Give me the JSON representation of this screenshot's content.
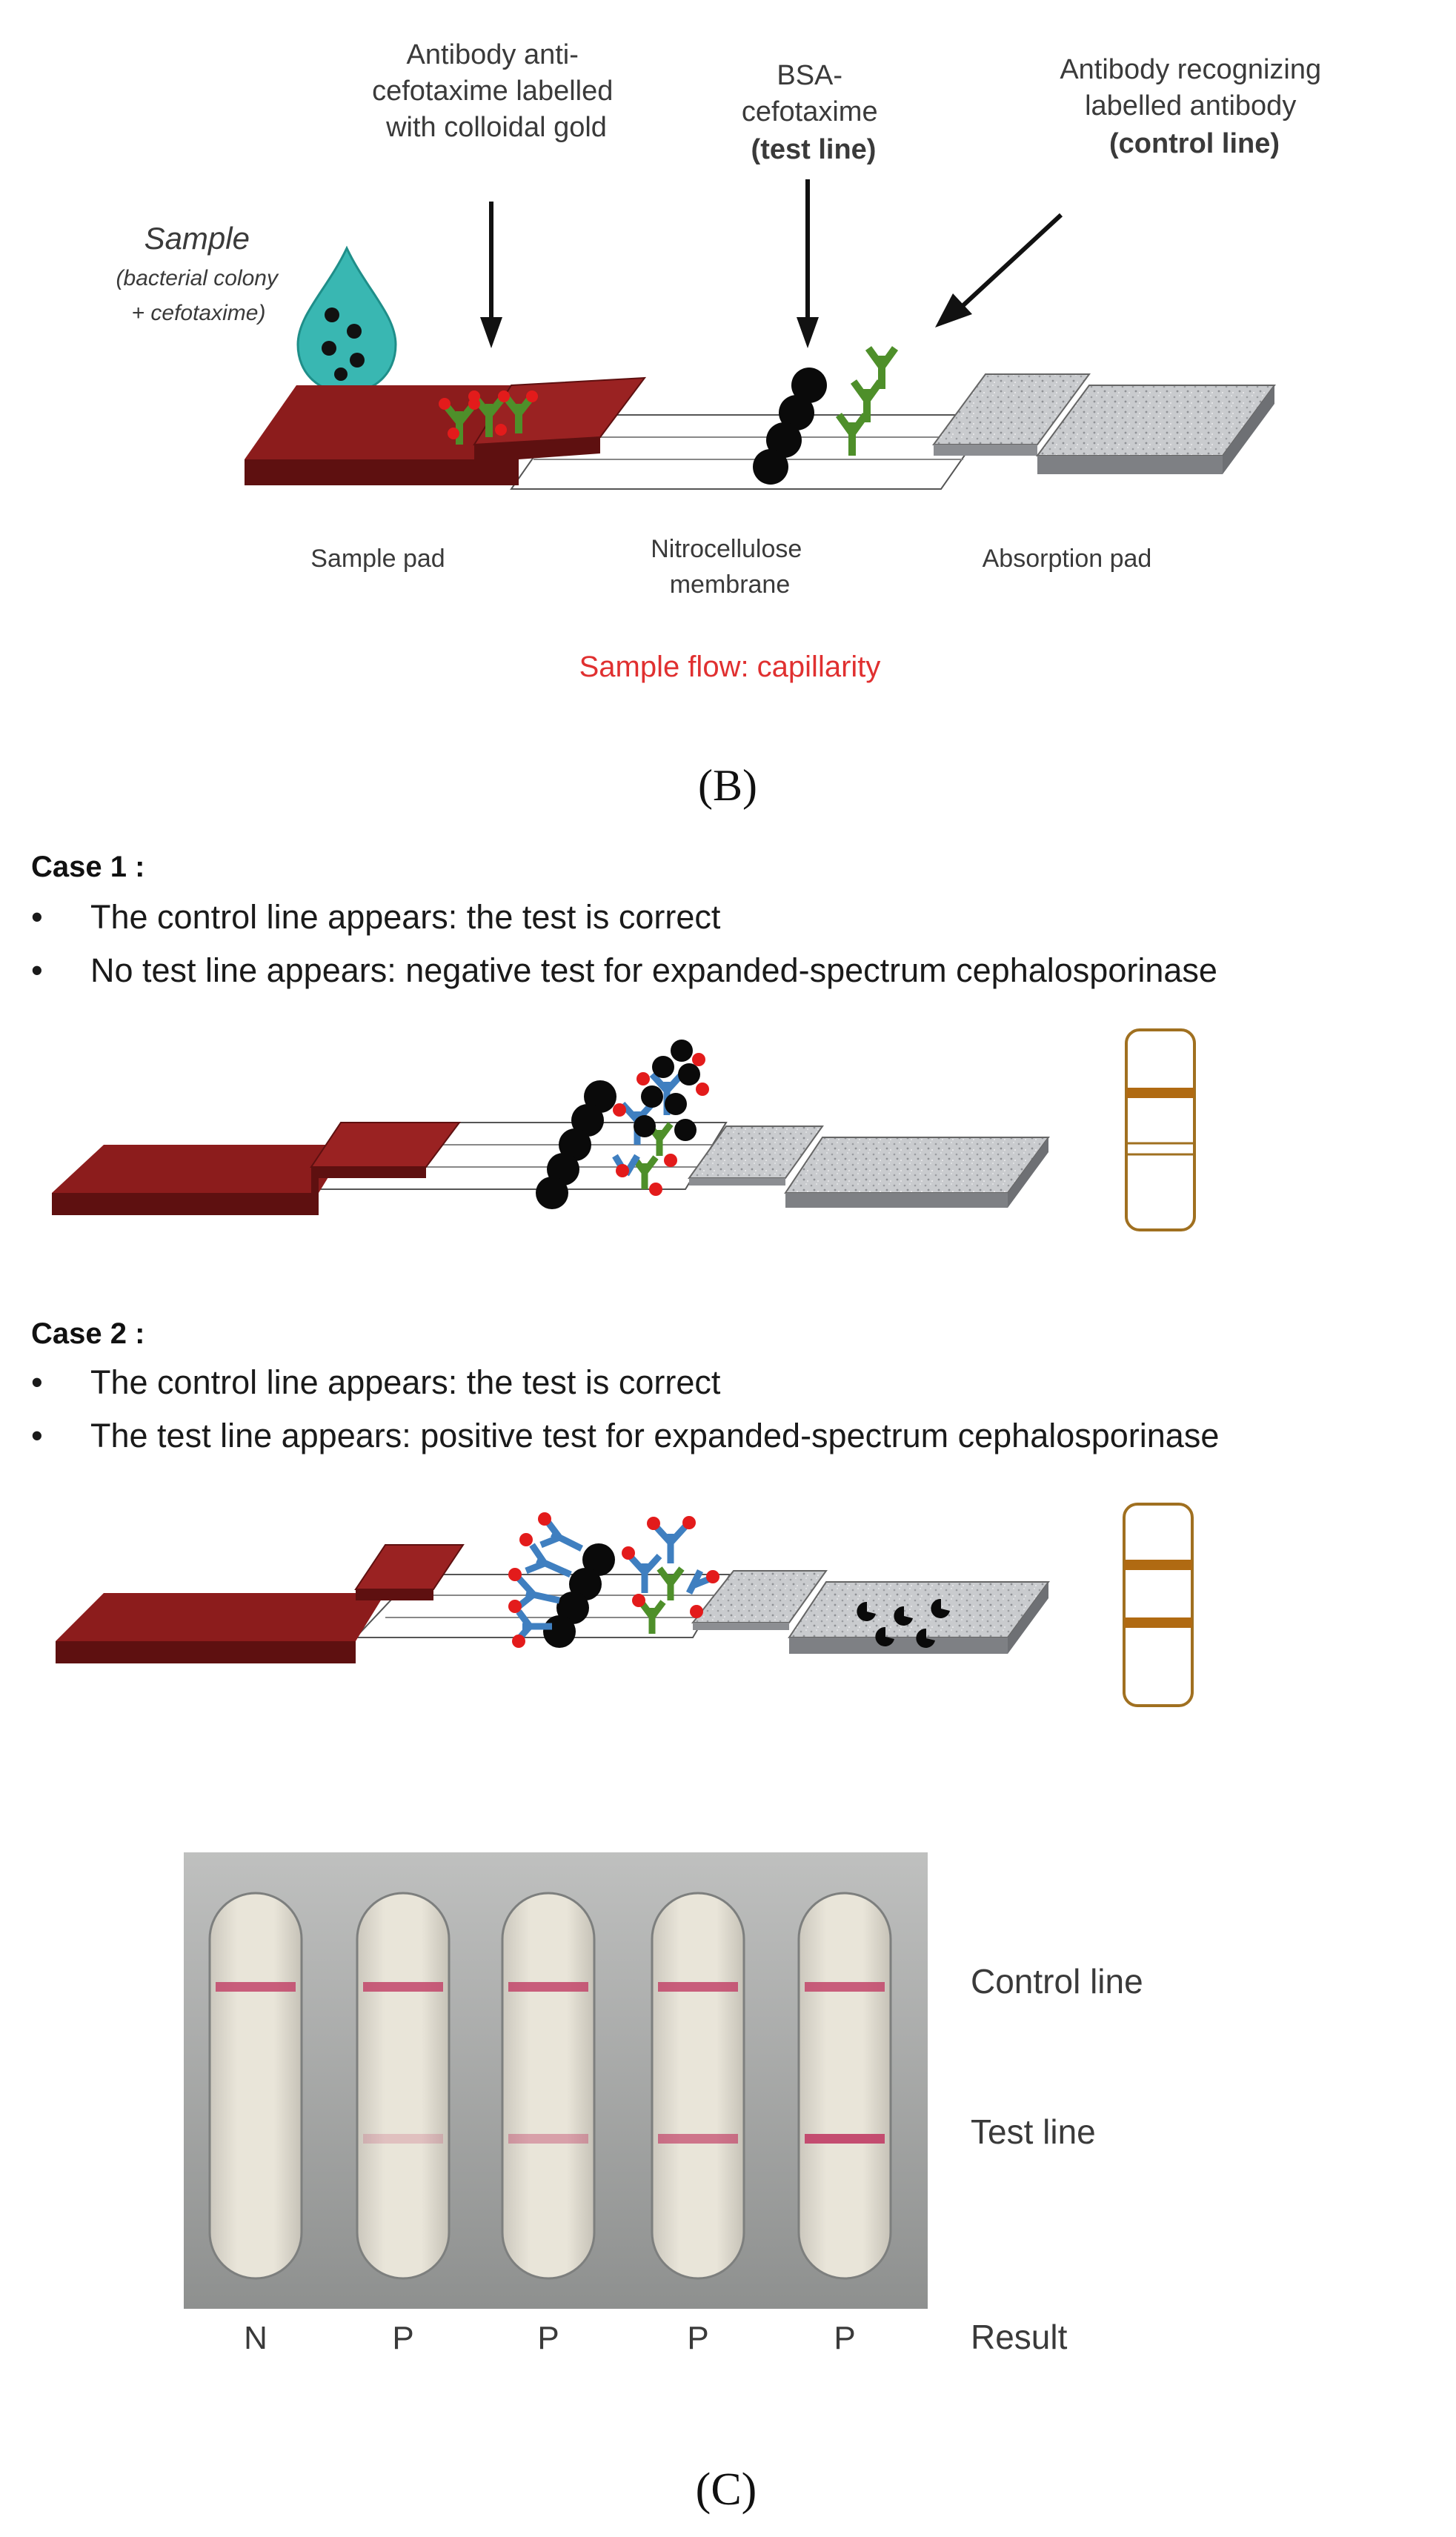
{
  "panelB": {
    "label": "(B)",
    "annotations": {
      "antibody_gold": [
        "Antibody anti-",
        "cefotaxime labelled",
        "with colloidal gold"
      ],
      "bsa": [
        "BSA-",
        "cefotaxime",
        "(test line)"
      ],
      "control": [
        "Antibody recognizing",
        "labelled antibody",
        "(control line)"
      ],
      "sample": [
        "Sample",
        "(bacterial colony",
        "+ cefotaxime)"
      ]
    },
    "parts": {
      "sample_pad": "Sample pad",
      "membrane": [
        "Nitrocellulose",
        "membrane"
      ],
      "absorption_pad": "Absorption pad"
    },
    "flow": "Sample flow: capillarity"
  },
  "cases": [
    {
      "title": "Case 1 :",
      "bullets": [
        "The control line appears: the test is correct",
        "No test line appears: negative test for expanded-spectrum cephalosporinase"
      ]
    },
    {
      "title": "Case 2 :",
      "bullets": [
        "The control line appears: the test is correct",
        "The test line appears: positive test for expanded-spectrum cephalosporinase"
      ]
    }
  ],
  "panelC": {
    "label": "(C)",
    "row_labels": {
      "control": "Control line",
      "test": "Test line",
      "result": "Result"
    },
    "strips": [
      {
        "result": "N",
        "test_line_intensity": 0.0
      },
      {
        "result": "P",
        "test_line_intensity": 0.1
      },
      {
        "result": "P",
        "test_line_intensity": 0.35
      },
      {
        "result": "P",
        "test_line_intensity": 0.7
      },
      {
        "result": "P",
        "test_line_intensity": 1.0
      }
    ]
  },
  "colors": {
    "pad_red": "#8c1c1c",
    "pad_red_dark": "#5e1010",
    "antibody_green": "#4e8f2a",
    "antibody_blue": "#3f7fc0",
    "gold_red": "#e31b1b",
    "cassette_line": "#b06a12",
    "flow_text": "#e03030"
  }
}
